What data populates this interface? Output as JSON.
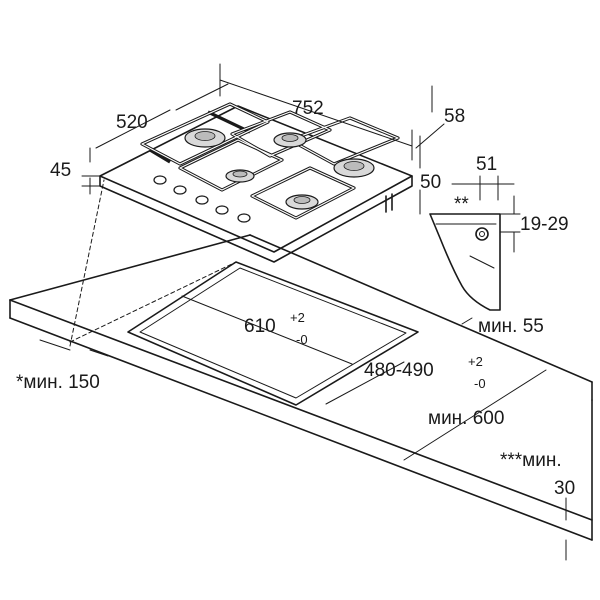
{
  "dimensions": {
    "hob_width": "752",
    "hob_depth": "520",
    "hob_height": "45",
    "hob_rear_offset": "58",
    "hob_side_offset": "50",
    "cutout_width": "610",
    "cutout_width_tol_plus": "+2",
    "cutout_width_tol_minus": "-0",
    "cutout_depth": "480-490",
    "cutout_depth_tol_plus": "+2",
    "cutout_depth_tol_minus": "-0",
    "min_front": "мин. 55",
    "min_side": "*мин. 150",
    "min_depth": "мин. 600",
    "min_wall_label": "***мин.",
    "min_wall_value": "30",
    "detail_offset": "51",
    "detail_thickness": "19-29",
    "detail_marker": "**"
  }
}
